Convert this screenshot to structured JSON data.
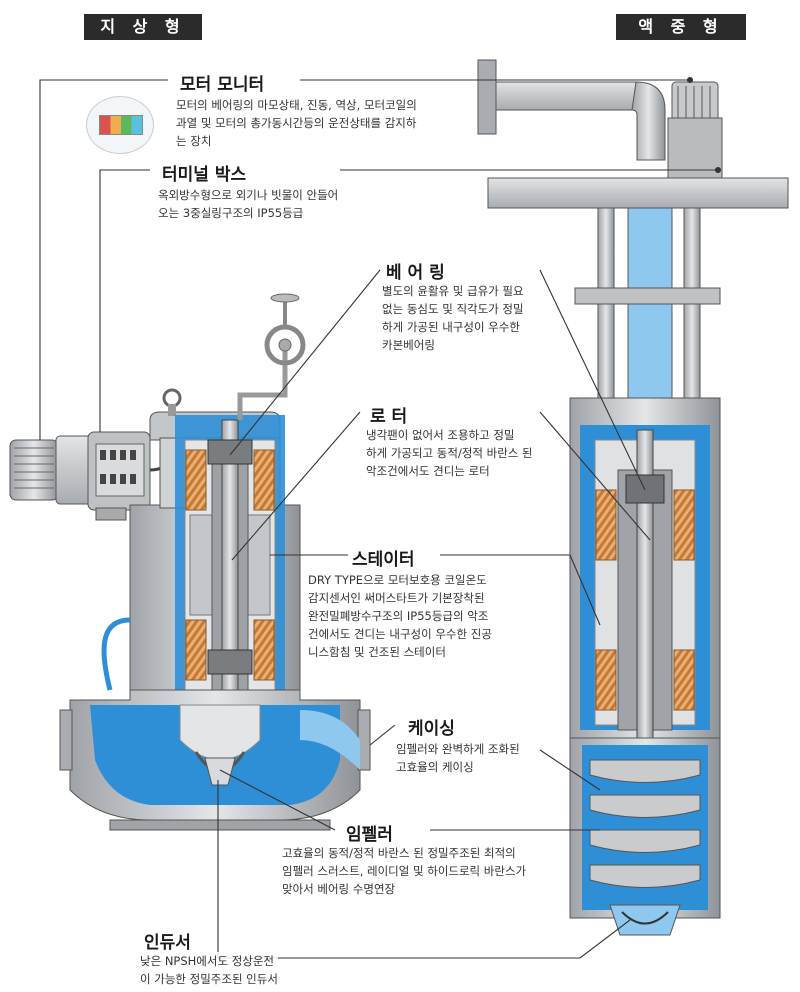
{
  "tags": {
    "left": "지 상 형",
    "right": "액 중 형"
  },
  "callouts": [
    {
      "id": "motor-monitor",
      "title": "모터 모니터",
      "desc": "모터의 베어링의 마모상태, 진동, 역상, 모터코일의\n과열 및 모터의 총가동시간등의 운전상태를 감지하\n는 장치"
    },
    {
      "id": "terminal-box",
      "title": "터미널 박스",
      "desc": "옥외방수형으로 외기나 빗물이 안들어\n오는 3중실링구조의 IP55등급"
    },
    {
      "id": "bearing",
      "title": "베 어 링",
      "desc": "별도의 윤활유 및 급유가 필요\n없는 동심도 및 직각도가 정밀\n하게 가공된 내구성이 우수한\n카본베어링"
    },
    {
      "id": "rotor",
      "title": "로 터",
      "desc": "냉각팬이 없어서 조용하고 정밀\n하게 가공되고 동적/정적 바란스 된\n악조건에서도 견디는 로터"
    },
    {
      "id": "stator",
      "title": "스테이터",
      "desc": "DRY TYPE으로 모터보호용 코일온도\n감지센서인 써머스타트가 기본장착된\n완전밀폐방수구조의 IP55등급의 악조\n건에서도 견디는 내구성이 우수한 진공\n니스함침 및 건조된 스테이터"
    },
    {
      "id": "casing",
      "title": "케이싱",
      "desc": "임펠러와 완벽하게 조화된\n고효율의 케이싱"
    },
    {
      "id": "impeller",
      "title": "임펠러",
      "desc": "고효율의 동적/정적 바란스 된 정밀주조된 최적의\n임펠러 스러스트, 레이디얼 및 하이드로릭 바란스가\n맞아서 베어링 수명연장"
    },
    {
      "id": "inducer",
      "title": "인듀서",
      "desc": "낮은  NPSH에서도 정상운전\n이 가능한 정밀주조된 인듀서"
    }
  ],
  "colors": {
    "casing_gray": "#c9cbcd",
    "water_blue": "#2f8fd6",
    "light_blue": "#8ec8ef",
    "coil_orange": "#d98a3a",
    "leader": "#333333"
  }
}
